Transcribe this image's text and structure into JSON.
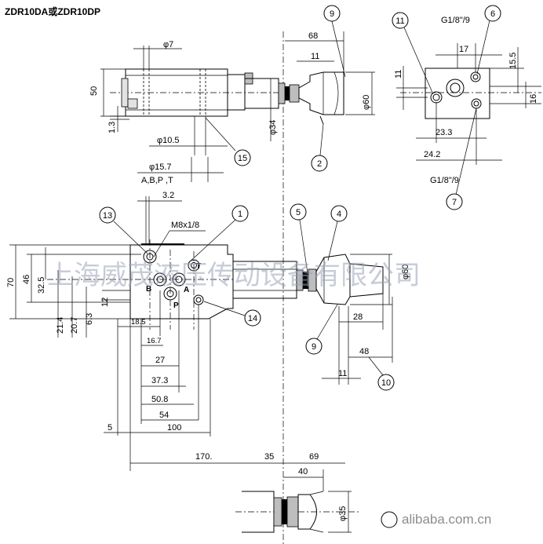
{
  "title": "ZDR10DA或ZDR10DP",
  "dimensions": {
    "d7": "φ7",
    "d68": "68",
    "d11_top": "11",
    "d50": "50",
    "d1_3": "1.3",
    "d10_5": "φ10.5",
    "d34": "φ34",
    "d60_top": "φ60",
    "d15_7": "φ15.7",
    "ports_list": "A,B,P ,T",
    "g18_top": "G1/8\"/9",
    "d17": "17",
    "d15_5": "15.5",
    "d11_side": "11",
    "d16": "16",
    "d23_3": "23.3",
    "d24_2": "24.2",
    "g18_bottom": "G1/8\"/9",
    "d3_2": "3.2",
    "m8": "M8x1/8",
    "d70": "70",
    "d46": "46",
    "d32_5": "32.5",
    "d12": "12",
    "d21_4": "21.4",
    "d20_7": "20.7",
    "d6_3": "6.3",
    "d18_5": "18.5",
    "d16_7": "16.7",
    "d27": "27",
    "d37_3": "37.3",
    "d50_8": "50.8",
    "d54": "54",
    "d100": "100",
    "d5": "5",
    "d170": "170.",
    "d35_a": "35",
    "d69": "69",
    "d60_mid": "φ60",
    "d28": "28",
    "d48": "48",
    "d11_mid": "11",
    "d40": "40",
    "d35_b": "φ35"
  },
  "ports": {
    "b": "B",
    "t": "T",
    "a": "A",
    "p": "P"
  },
  "balloons": [
    "9",
    "11",
    "6",
    "15",
    "2",
    "13",
    "1",
    "5",
    "4",
    "14",
    "9",
    "10",
    "7"
  ],
  "watermark": "上海威茂液压传动设备有限公司",
  "watermark_site": "alibaba.com.cn"
}
